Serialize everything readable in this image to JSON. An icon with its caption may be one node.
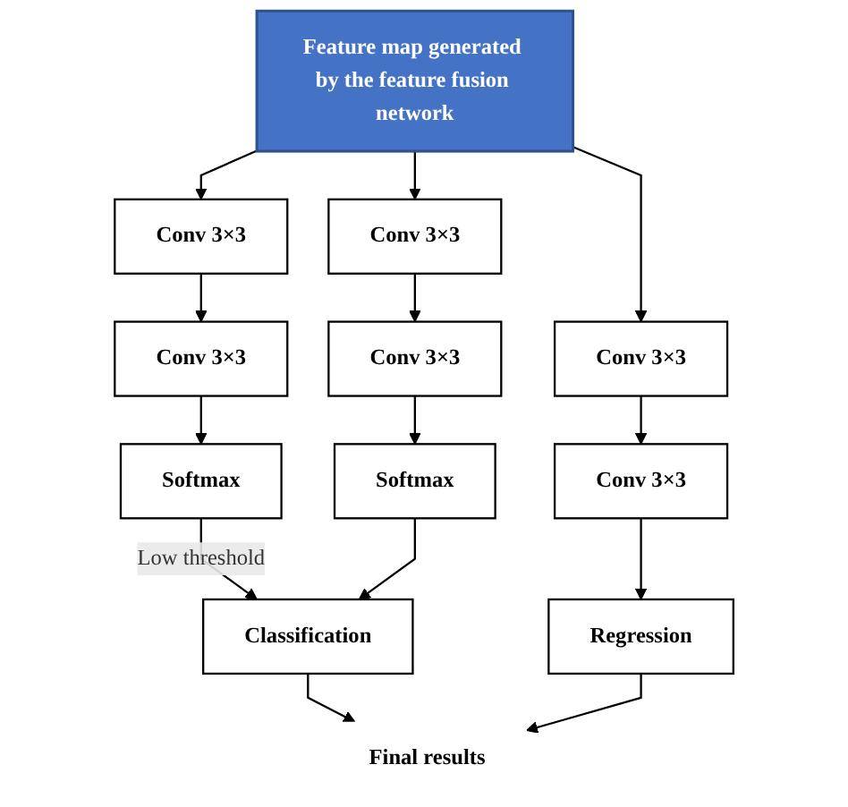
{
  "diagram": {
    "nodes": [
      {
        "text": [
          "Feature map generated by the feature fusion network"
        ]
      },
      {
        "text": [
          "Conv 3×3"
        ]
      },
      {
        "text": [
          "Conv 3×3"
        ]
      },
      {
        "text": [
          "Conv 3×3"
        ]
      },
      {
        "text": [
          "Conv 3×3"
        ]
      },
      {
        "text": [
          "Conv 3×3"
        ]
      },
      {
        "text": [
          "Conv 3×3"
        ]
      },
      {
        "text": [
          "Softmax"
        ]
      },
      {
        "text": [
          "Softmax"
        ]
      },
      {
        "text": [
          "Regression"
        ]
      },
      {
        "text": [
          "Classification"
        ]
      },
      {
        "text": [
          "Final results"
        ]
      }
    ],
    "edges": [
      {
        "from": 0,
        "to": 1,
        "arrow": "to"
      },
      {
        "from": 0,
        "to": 2,
        "arrow": "to"
      },
      {
        "from": 0,
        "to": 3,
        "arrow": "to"
      },
      {
        "from": 1,
        "to": 4,
        "arrow": "to"
      },
      {
        "from": 2,
        "to": 5,
        "arrow": "to"
      },
      {
        "from": 3,
        "to": 6,
        "arrow": "to"
      },
      {
        "from": 4,
        "to": 7,
        "arrow": "to"
      },
      {
        "from": 5,
        "to": 8,
        "arrow": "to"
      },
      {
        "from": 6,
        "to": 9,
        "arrow": "to"
      },
      {
        "from": 7,
        "to": 10,
        "label": "Low threshold",
        "arrow": "to"
      },
      {
        "from": 8,
        "to": 10,
        "arrow": "to"
      },
      {
        "from": 10,
        "to": 11,
        "arrow": "to"
      },
      {
        "from": 9,
        "to": 11,
        "arrow": "to"
      }
    ]
  }
}
